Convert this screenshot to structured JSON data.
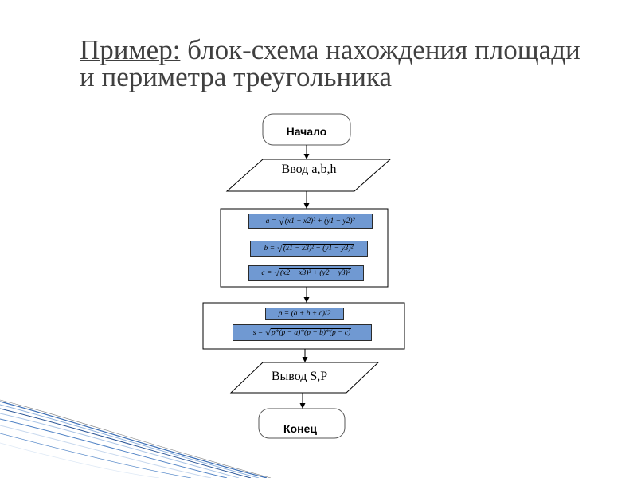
{
  "slide": {
    "title": {
      "prefix": "Пример:",
      "line1": "блок-схема нахождения площади",
      "line2": "и периметра треугольника"
    },
    "title_color": "#404040"
  },
  "flowchart": {
    "start_label": "Начало",
    "input_label": "Ввод a,b,h",
    "process1": {
      "formulas": [
        {
          "lhs": "a =",
          "root": "√",
          "radicand": "(x1 − x2)² + (y1 − y2)²"
        },
        {
          "lhs": "b =",
          "root": "√",
          "radicand": "(x1 − x3)² + (y1 − y3)²"
        },
        {
          "lhs": "c =",
          "root": "√",
          "radicand": "(x2 − x3)² + (y2 − y3)²"
        }
      ]
    },
    "process2": {
      "formulas": [
        {
          "text": "p = (a + b + c)/2"
        },
        {
          "lhs": "s =",
          "root": "√",
          "radicand": "p*(p − a)*(p − b)*(p − c)"
        }
      ]
    },
    "output_label": "Вывод S,P",
    "end_label": "Конец",
    "formula_box_color": "#7099d2"
  }
}
